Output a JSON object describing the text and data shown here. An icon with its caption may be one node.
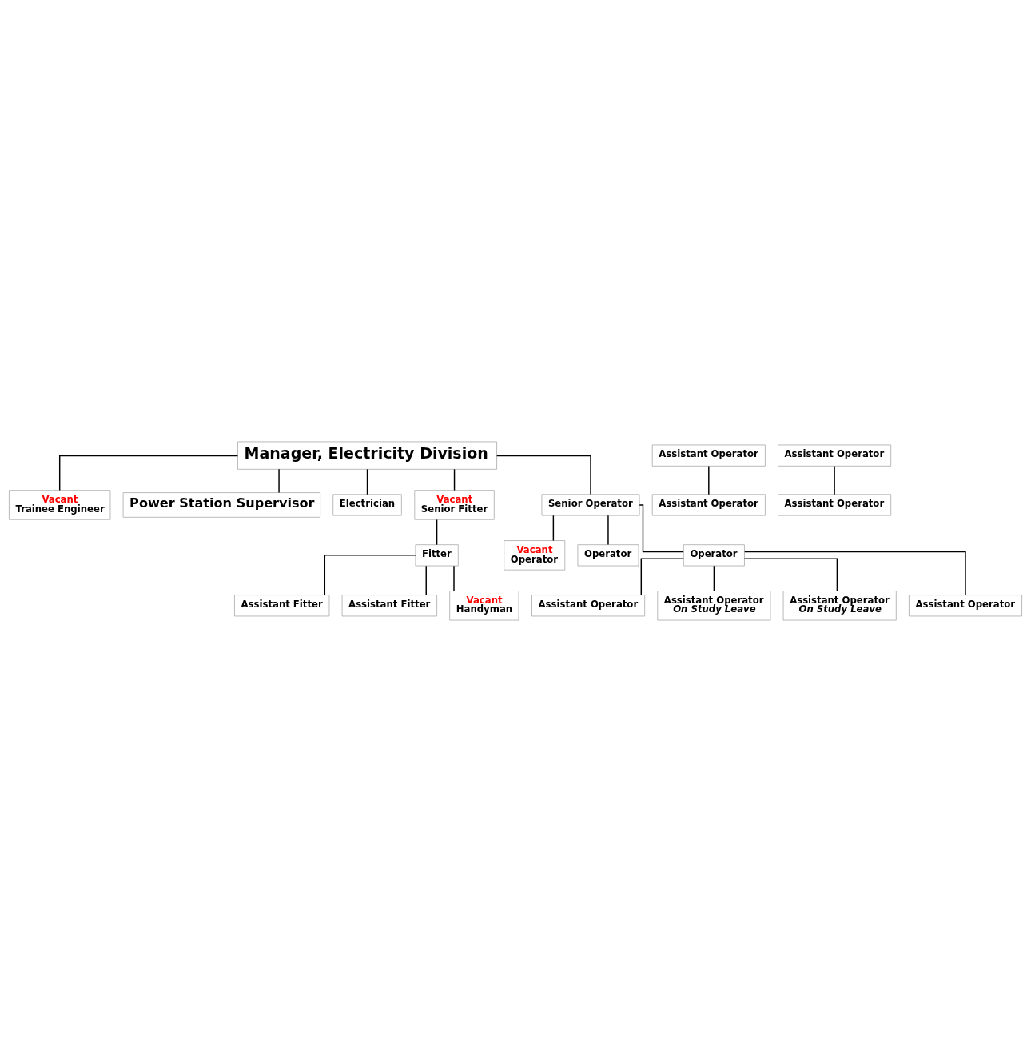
{
  "diagram": {
    "nodes": [
      {
        "text": [
          "Manager, Electricity Division"
        ]
      },
      {
        "text": [
          "Vacant",
          "Trainee Engineer"
        ]
      },
      {
        "text": [
          "Power Station Supervisor"
        ]
      },
      {
        "text": [
          "Electrician"
        ]
      },
      {
        "text": [
          "Vacant",
          "Senior Fitter"
        ]
      },
      {
        "text": [
          "Senior Operator"
        ]
      },
      {
        "text": [
          "Fitter"
        ]
      },
      {
        "text": [
          "Vacant",
          "Operator"
        ]
      },
      {
        "text": [
          "Operator"
        ]
      },
      {
        "text": [
          "Operator"
        ]
      },
      {
        "text": [
          "Assistant Fitter"
        ]
      },
      {
        "text": [
          "Assistant Fitter"
        ]
      },
      {
        "text": [
          "Vacant",
          "Handyman"
        ]
      },
      {
        "text": [
          "Assistant Operator"
        ]
      },
      {
        "text": [
          "Assistant Operator",
          "On Study Leave"
        ]
      },
      {
        "text": [
          "Assistant Operator",
          "On Study Leave"
        ]
      },
      {
        "text": [
          "Assistant Operator"
        ]
      },
      {
        "text": [
          "Assistant Operator"
        ]
      },
      {
        "text": [
          "Assistant Operator"
        ]
      },
      {
        "text": [
          "Assistant Operator"
        ]
      },
      {
        "text": [
          "Assistant Operator"
        ]
      }
    ],
    "edges": [
      {
        "from": 0,
        "to": 1,
        "arrow": "none"
      },
      {
        "from": 0,
        "to": 2,
        "arrow": "none"
      },
      {
        "from": 0,
        "to": 3,
        "arrow": "none"
      },
      {
        "from": 0,
        "to": 4,
        "arrow": "none"
      },
      {
        "from": 0,
        "to": 5,
        "arrow": "none"
      },
      {
        "from": 4,
        "to": 6,
        "arrow": "none"
      },
      {
        "from": 6,
        "to": 10,
        "arrow": "none"
      },
      {
        "from": 6,
        "to": 11,
        "arrow": "none"
      },
      {
        "from": 6,
        "to": 12,
        "arrow": "none"
      },
      {
        "from": 5,
        "to": 7,
        "arrow": "none"
      },
      {
        "from": 5,
        "to": 8,
        "arrow": "none"
      },
      {
        "from": 5,
        "to": 9,
        "arrow": "none"
      },
      {
        "from": 9,
        "to": 13,
        "arrow": "none"
      },
      {
        "from": 9,
        "to": 14,
        "arrow": "none"
      },
      {
        "from": 9,
        "to": 15,
        "arrow": "none"
      },
      {
        "from": 9,
        "to": 16,
        "arrow": "none"
      },
      {
        "from": 17,
        "to": 18,
        "arrow": "none"
      },
      {
        "from": 19,
        "to": 20,
        "arrow": "none"
      }
    ]
  }
}
